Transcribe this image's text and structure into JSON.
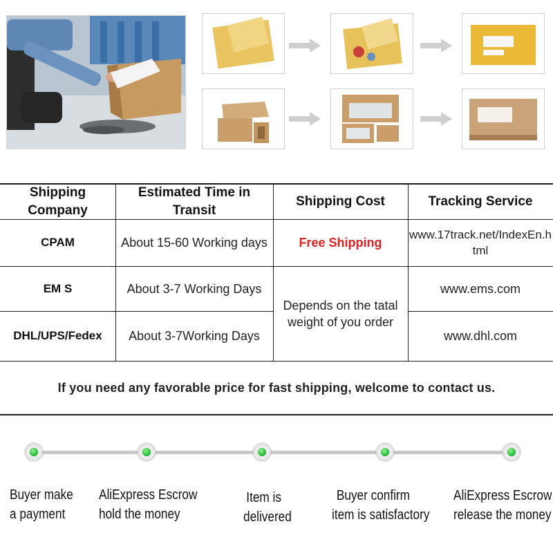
{
  "photos": {
    "main": {
      "description_icon": "worker-packing-photo"
    },
    "envelope_flow": [
      "padded-envelope-icon",
      "envelope-items-icon",
      "sealed-envelope-icon"
    ],
    "box_flow": [
      "empty-boxes-icon",
      "boxed-items-icon",
      "sealed-box-icon"
    ],
    "arrow_icon": "right-arrow-icon"
  },
  "table": {
    "headers": [
      "Shipping Company",
      "Estimated Time in Transit",
      "Shipping Cost",
      "Tracking Service"
    ],
    "rows": [
      {
        "company": "CPAM",
        "time": "About 15-60 Working days",
        "tracking_line1": "www.17track.net/IndexEn.h",
        "tracking_line2": "tml"
      },
      {
        "company": "EM S",
        "time": "About 3-7 Working Days",
        "tracking": "www.ems.com"
      },
      {
        "company": "DHL/UPS/Fedex",
        "time": "About 3-7Working Days",
        "tracking": "www.dhl.com"
      }
    ],
    "cost_free": "Free Shipping",
    "cost_depends_line1": "Depends on the tatal",
    "cost_depends_line2": "weight of you order",
    "note": "If you need any favorable price for fast shipping, welcome to contact us."
  },
  "process": {
    "steps": [
      {
        "line1": "Buyer make",
        "line2": "a payment"
      },
      {
        "line1": "AliExpress Escrow",
        "line2": "hold the money"
      },
      {
        "line1": "Item is",
        "line2": "delivered"
      },
      {
        "line1": "Buyer confirm",
        "line2": "item is satisfactory"
      },
      {
        "line1": "AliExpress Escrow",
        "line2": "release the money"
      }
    ],
    "node_color": "#19b531"
  },
  "colors": {
    "free_shipping": "#e02020",
    "lines": "#1a1a1a"
  }
}
